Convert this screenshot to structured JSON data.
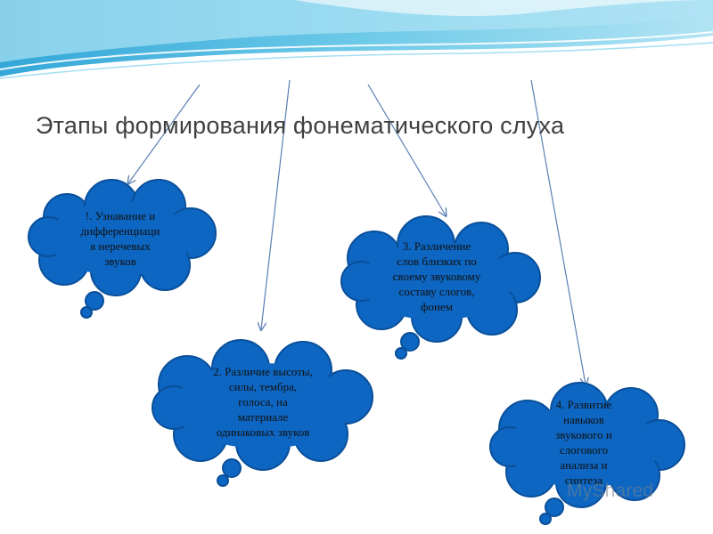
{
  "slide": {
    "title": "Этапы формирования фонематического слуха",
    "colors": {
      "background": "#ffffff",
      "wave_light": "#cfeef8",
      "wave_mid": "#7fd0ea",
      "wave_dark": "#3fb2dc",
      "cloud_fill": "#0d66c2",
      "cloud_stroke": "#0a4f99",
      "arrow": "#5b7fb4"
    }
  },
  "stages": [
    {
      "text": "!. Узнавание и\nдифференциаци\nя неречевых\nзвуков"
    },
    {
      "text": "2. Различие высоты,\nсилы, тембра,\nголоса, на\nматериале\nодинаковых звуков"
    },
    {
      "text": "3. Различение\nслов близких по\nсвоему звуковому\nсоставу слогов,\nфонем"
    },
    {
      "text": "4. Развитие\nнавыков\nзвукового и\nслогового\nанализа и\nсинтеза"
    }
  ],
  "watermark": {
    "text": "MyShared"
  }
}
